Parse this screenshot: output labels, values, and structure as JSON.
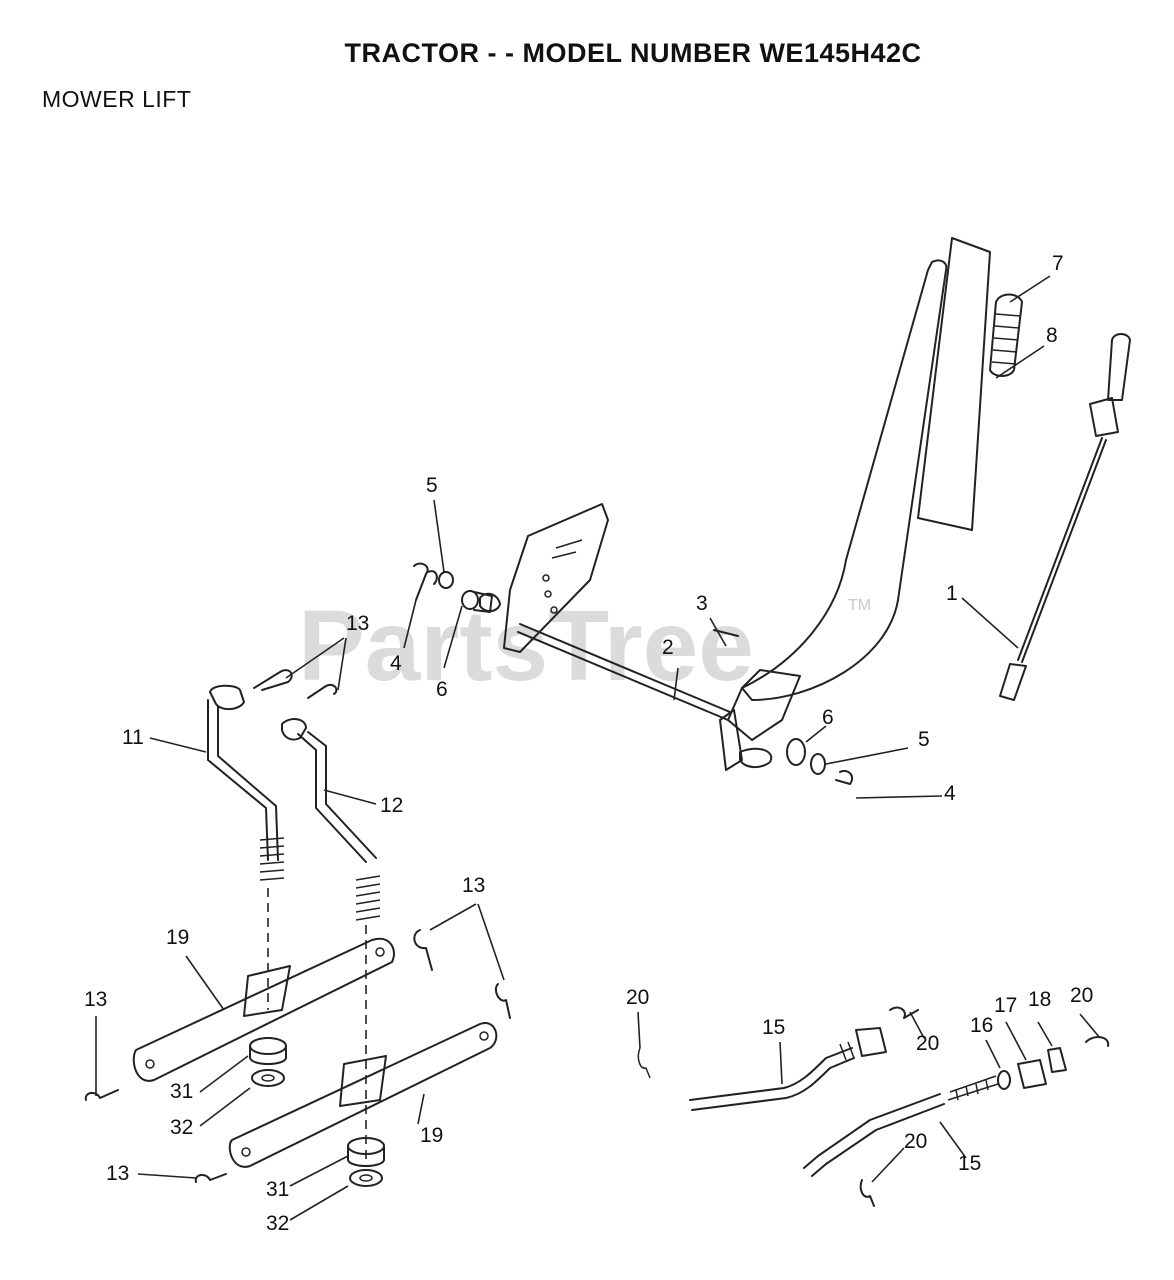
{
  "header": {
    "title": "TRACTOR - - MODEL NUMBER WE145H42C",
    "section": "MOWER LIFT"
  },
  "watermark": {
    "text": "PartsTree",
    "trademark": "TM"
  },
  "callouts": {
    "c1": "1",
    "c2": "2",
    "c3": "3",
    "c4a": "4",
    "c4b": "4",
    "c5a": "5",
    "c5b": "5",
    "c6a": "6",
    "c6b": "6",
    "c7": "7",
    "c8": "8",
    "c11": "11",
    "c12": "12",
    "c13a": "13",
    "c13b": "13",
    "c13c": "13",
    "c13d": "13",
    "c15a": "15",
    "c15b": "15",
    "c16": "16",
    "c17": "17",
    "c18": "18",
    "c19a": "19",
    "c19b": "19",
    "c20a": "20",
    "c20b": "20",
    "c20c": "20",
    "c20d": "20",
    "c31a": "31",
    "c31b": "31",
    "c32a": "32",
    "c32b": "32"
  }
}
